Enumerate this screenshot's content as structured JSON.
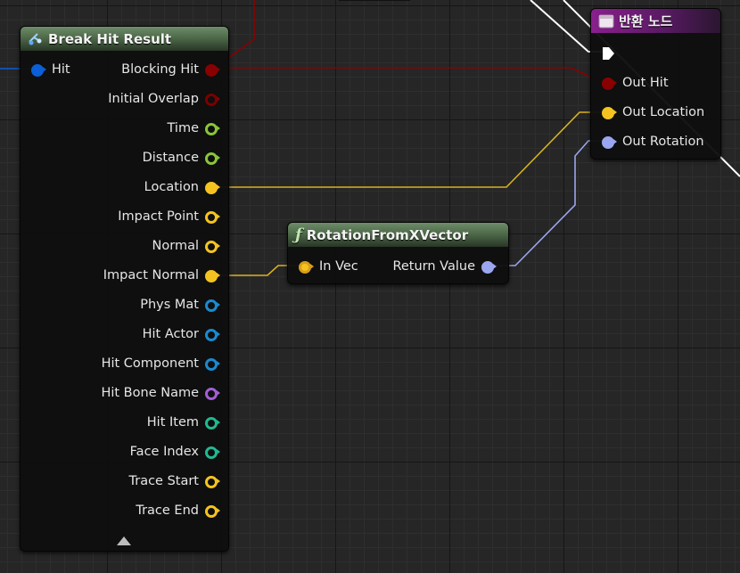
{
  "colors": {
    "grid_bg": "#262626",
    "struct_hit": "#0b5fd8",
    "bool": "#8a0000",
    "float": "#8ac53a",
    "vector": "#f5c320",
    "vector_outline": "#d89e18",
    "object": "#1a8ad1",
    "name": "#a25ed6",
    "int": "#22b891",
    "rotator": "#9aa6f0",
    "exec": "#ffffff"
  },
  "break_node": {
    "title": "Break Hit Result",
    "icon": "break-struct-icon",
    "input_pin": {
      "label": "Hit",
      "type": "struct"
    },
    "outputs": [
      {
        "label": "Blocking Hit",
        "type": "bool",
        "connected": true
      },
      {
        "label": "Initial Overlap",
        "type": "bool",
        "connected": false
      },
      {
        "label": "Time",
        "type": "float",
        "connected": false
      },
      {
        "label": "Distance",
        "type": "float",
        "connected": false
      },
      {
        "label": "Location",
        "type": "vector",
        "connected": true
      },
      {
        "label": "Impact Point",
        "type": "vector",
        "connected": false
      },
      {
        "label": "Normal",
        "type": "vector",
        "connected": false
      },
      {
        "label": "Impact Normal",
        "type": "vector",
        "connected": true
      },
      {
        "label": "Phys Mat",
        "type": "object",
        "connected": false
      },
      {
        "label": "Hit Actor",
        "type": "object",
        "connected": false
      },
      {
        "label": "Hit Component",
        "type": "object",
        "connected": false
      },
      {
        "label": "Hit Bone Name",
        "type": "name",
        "connected": false
      },
      {
        "label": "Hit Item",
        "type": "int",
        "connected": false
      },
      {
        "label": "Face Index",
        "type": "int",
        "connected": false
      },
      {
        "label": "Trace Start",
        "type": "vector",
        "connected": false
      },
      {
        "label": "Trace End",
        "type": "vector",
        "connected": false
      }
    ]
  },
  "rotation_node": {
    "title": "RotationFromXVector",
    "icon": "function-icon",
    "input": {
      "label": "In Vec",
      "type": "vector",
      "connected": true
    },
    "output": {
      "label": "Return Value",
      "type": "rotator",
      "connected": true
    }
  },
  "return_node": {
    "title": "반환 노드",
    "icon": "return-node-icon",
    "inputs": [
      {
        "label": "Out Hit",
        "type": "bool",
        "connected": true
      },
      {
        "label": "Out Location",
        "type": "vector",
        "connected": true
      },
      {
        "label": "Out Rotation",
        "type": "rotator",
        "connected": true
      }
    ]
  }
}
